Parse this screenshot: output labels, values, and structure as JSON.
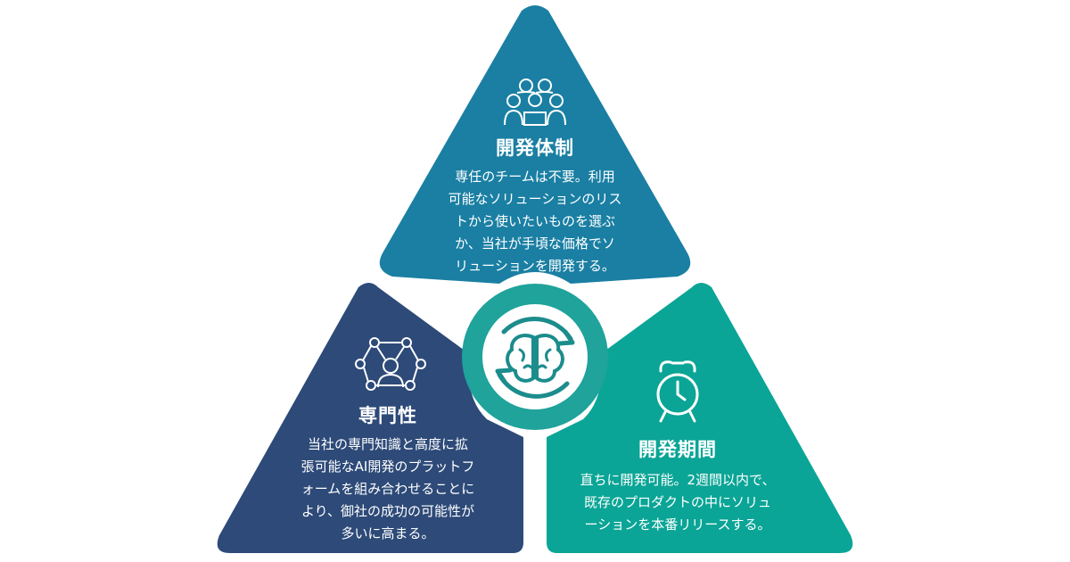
{
  "colors": {
    "top": "#1A7FA3",
    "left": "#2D4A78",
    "right": "#0AA596",
    "center_ring": "#1FA39B",
    "center_fill": "#ffffff",
    "brain": "#1C8C8C"
  },
  "panels": {
    "top": {
      "icon": "team-people-icon",
      "title": "開発体制",
      "lines": [
        "専任のチームは不要。利用",
        "可能なソリューションのリス",
        "トから使いたいものを選ぶ",
        "か、当社が手頃な価格でソ",
        "リューションを開発する。"
      ]
    },
    "left": {
      "icon": "network-expert-icon",
      "title": "専門性",
      "lines": [
        "当社の専門知識と高度に拡",
        "張可能なAI開発のプラットフ",
        "ォームを組み合わせることに",
        "より、御社の成功の可能性が",
        "多いに高まる。"
      ]
    },
    "right": {
      "icon": "alarm-clock-icon",
      "title": "開発期間",
      "lines": [
        "直ちに開発可能。2週間以内で、",
        "既存のプロダクトの中にソリュ",
        "ーションを本番リリースする。"
      ]
    }
  },
  "center": {
    "icon": "brain-cycle-icon"
  }
}
